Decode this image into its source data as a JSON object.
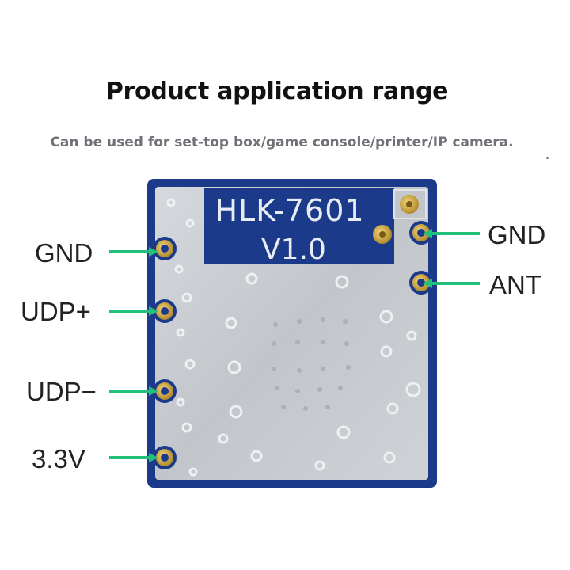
{
  "title": "Product application range",
  "subtitle": "Can be used for set-top box/game console/printer/IP camera.",
  "module": {
    "model": "HLK-7601",
    "version": "V1.0"
  },
  "left_pins": [
    {
      "label": "GND"
    },
    {
      "label": "UDP+"
    },
    {
      "label": "UDP−"
    },
    {
      "label": "3.3V"
    }
  ],
  "right_pins": [
    {
      "label": "GND"
    },
    {
      "label": "ANT"
    }
  ],
  "colors": {
    "pcb_blue": "#1b3a8a",
    "shield_silver": "#c9ccd0",
    "pad_gold": "#c9a23a",
    "arrow_green": "#22c07a"
  }
}
